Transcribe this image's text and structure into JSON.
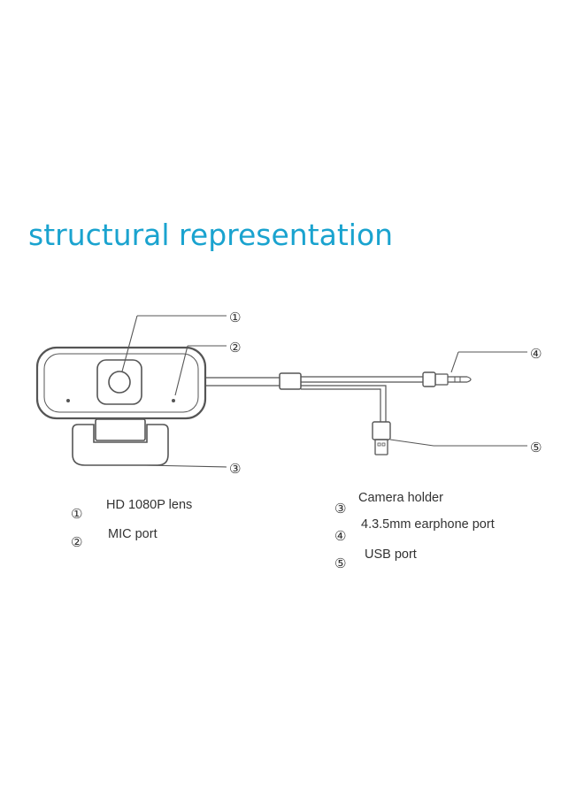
{
  "title": "structural representation",
  "colors": {
    "title": "#1aa3cf",
    "line": "#555555",
    "text": "#333333"
  },
  "callouts": [
    {
      "marker": "①",
      "target": "lens"
    },
    {
      "marker": "②",
      "target": "mic"
    },
    {
      "marker": "③",
      "target": "camera-holder"
    },
    {
      "marker": "④",
      "target": "earphone-plug"
    },
    {
      "marker": "⑤",
      "target": "usb-plug"
    }
  ],
  "legend": {
    "left": [
      {
        "marker": "①",
        "label": "HD 1080P lens"
      },
      {
        "marker": "②",
        "label": "MIC port"
      }
    ],
    "right": [
      {
        "marker": "③",
        "label": "Camera holder"
      },
      {
        "marker": "④",
        "label": "4.3.5mm earphone port"
      },
      {
        "marker": "⑤",
        "label": "USB port"
      }
    ]
  }
}
